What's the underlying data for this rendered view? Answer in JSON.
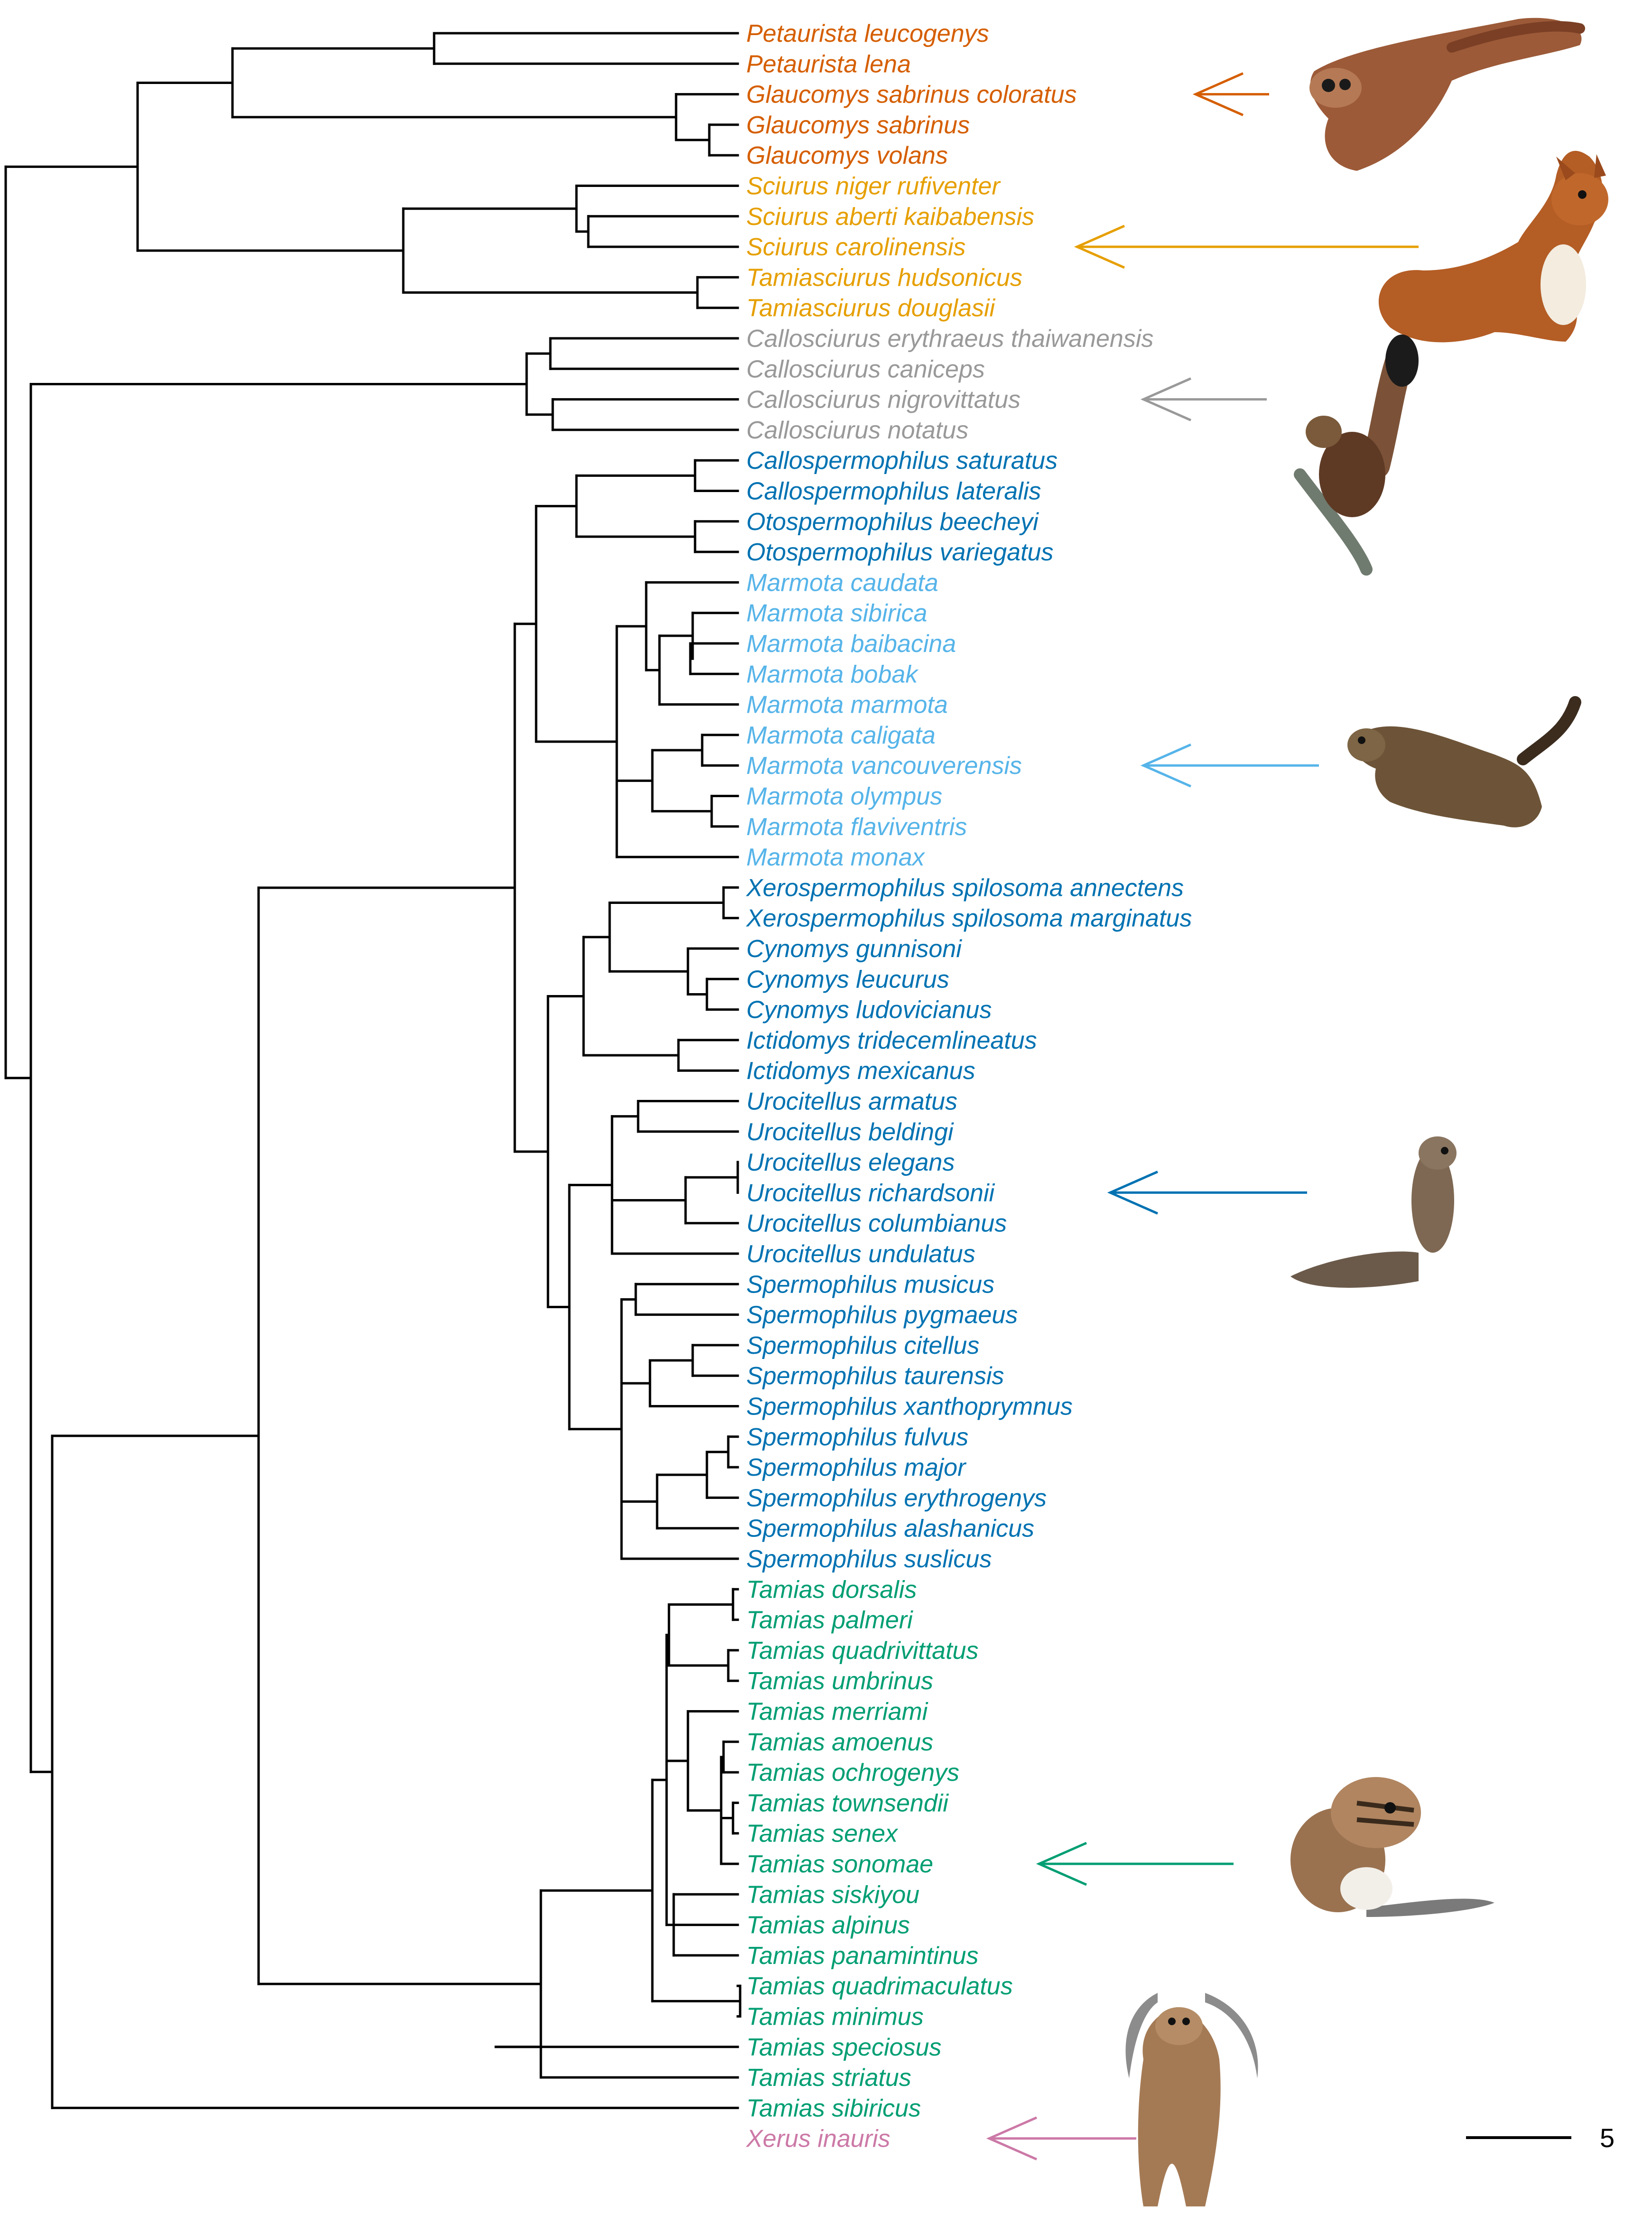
{
  "colors": {
    "branch": "#000000",
    "flying_squirrels": "#D55E00",
    "tree_squirrels": "#E69F00",
    "callosciurus": "#999999",
    "ground_squirrels": "#0072B2",
    "marmots": "#56B4E9",
    "chipmunks": "#009E73",
    "outgroup": "#CC79A7"
  },
  "taxa": [
    {
      "name": "Petaurista leucogenys",
      "group": "flying_squirrels"
    },
    {
      "name": "Petaurista lena",
      "group": "flying_squirrels"
    },
    {
      "name": "Glaucomys sabrinus coloratus",
      "group": "flying_squirrels"
    },
    {
      "name": "Glaucomys sabrinus",
      "group": "flying_squirrels"
    },
    {
      "name": "Glaucomys volans",
      "group": "flying_squirrels"
    },
    {
      "name": "Sciurus niger rufiventer",
      "group": "tree_squirrels"
    },
    {
      "name": "Sciurus aberti kaibabensis",
      "group": "tree_squirrels"
    },
    {
      "name": "Sciurus carolinensis",
      "group": "tree_squirrels"
    },
    {
      "name": "Tamiasciurus hudsonicus",
      "group": "tree_squirrels"
    },
    {
      "name": "Tamiasciurus douglasii",
      "group": "tree_squirrels"
    },
    {
      "name": "Callosciurus erythraeus thaiwanensis",
      "group": "callosciurus"
    },
    {
      "name": "Callosciurus caniceps",
      "group": "callosciurus"
    },
    {
      "name": "Callosciurus nigrovittatus",
      "group": "callosciurus"
    },
    {
      "name": "Callosciurus notatus",
      "group": "callosciurus"
    },
    {
      "name": "Callospermophilus saturatus",
      "group": "ground_squirrels"
    },
    {
      "name": "Callospermophilus lateralis",
      "group": "ground_squirrels"
    },
    {
      "name": "Otospermophilus beecheyi",
      "group": "ground_squirrels"
    },
    {
      "name": "Otospermophilus variegatus",
      "group": "ground_squirrels"
    },
    {
      "name": "Marmota caudata",
      "group": "marmots"
    },
    {
      "name": "Marmota sibirica",
      "group": "marmots"
    },
    {
      "name": "Marmota baibacina",
      "group": "marmots"
    },
    {
      "name": "Marmota bobak",
      "group": "marmots"
    },
    {
      "name": "Marmota marmota",
      "group": "marmots"
    },
    {
      "name": "Marmota caligata",
      "group": "marmots"
    },
    {
      "name": "Marmota vancouverensis",
      "group": "marmots"
    },
    {
      "name": "Marmota olympus",
      "group": "marmots"
    },
    {
      "name": "Marmota flaviventris",
      "group": "marmots"
    },
    {
      "name": "Marmota monax",
      "group": "marmots"
    },
    {
      "name": "Xerospermophilus spilosoma annectens",
      "group": "ground_squirrels"
    },
    {
      "name": "Xerospermophilus spilosoma marginatus",
      "group": "ground_squirrels"
    },
    {
      "name": "Cynomys gunnisoni",
      "group": "ground_squirrels"
    },
    {
      "name": "Cynomys leucurus",
      "group": "ground_squirrels"
    },
    {
      "name": "Cynomys ludovicianus",
      "group": "ground_squirrels"
    },
    {
      "name": "Ictidomys tridecemlineatus",
      "group": "ground_squirrels"
    },
    {
      "name": "Ictidomys mexicanus",
      "group": "ground_squirrels"
    },
    {
      "name": "Urocitellus armatus",
      "group": "ground_squirrels"
    },
    {
      "name": "Urocitellus beldingi",
      "group": "ground_squirrels"
    },
    {
      "name": "Urocitellus elegans",
      "group": "ground_squirrels"
    },
    {
      "name": "Urocitellus richardsonii",
      "group": "ground_squirrels"
    },
    {
      "name": "Urocitellus columbianus",
      "group": "ground_squirrels"
    },
    {
      "name": "Urocitellus undulatus",
      "group": "ground_squirrels"
    },
    {
      "name": "Spermophilus musicus",
      "group": "ground_squirrels"
    },
    {
      "name": "Spermophilus pygmaeus",
      "group": "ground_squirrels"
    },
    {
      "name": "Spermophilus citellus",
      "group": "ground_squirrels"
    },
    {
      "name": "Spermophilus taurensis",
      "group": "ground_squirrels"
    },
    {
      "name": "Spermophilus xanthoprymnus",
      "group": "ground_squirrels"
    },
    {
      "name": "Spermophilus fulvus",
      "group": "ground_squirrels"
    },
    {
      "name": "Spermophilus major",
      "group": "ground_squirrels"
    },
    {
      "name": "Spermophilus erythrogenys",
      "group": "ground_squirrels"
    },
    {
      "name": "Spermophilus alashanicus",
      "group": "ground_squirrels"
    },
    {
      "name": "Spermophilus suslicus",
      "group": "ground_squirrels"
    },
    {
      "name": "Tamias dorsalis",
      "group": "chipmunks"
    },
    {
      "name": "Tamias palmeri",
      "group": "chipmunks"
    },
    {
      "name": "Tamias quadrivittatus",
      "group": "chipmunks"
    },
    {
      "name": "Tamias umbrinus",
      "group": "chipmunks"
    },
    {
      "name": "Tamias merriami",
      "group": "chipmunks"
    },
    {
      "name": "Tamias amoenus",
      "group": "chipmunks"
    },
    {
      "name": "Tamias ochrogenys",
      "group": "chipmunks"
    },
    {
      "name": "Tamias townsendii",
      "group": "chipmunks"
    },
    {
      "name": "Tamias senex",
      "group": "chipmunks"
    },
    {
      "name": "Tamias sonomae",
      "group": "chipmunks"
    },
    {
      "name": "Tamias siskiyou",
      "group": "chipmunks"
    },
    {
      "name": "Tamias alpinus",
      "group": "chipmunks"
    },
    {
      "name": "Tamias panamintinus",
      "group": "chipmunks"
    },
    {
      "name": "Tamias quadrimaculatus",
      "group": "chipmunks"
    },
    {
      "name": "Tamias minimus",
      "group": "chipmunks"
    },
    {
      "name": "Tamias speciosus",
      "group": "chipmunks"
    },
    {
      "name": "Tamias striatus",
      "group": "chipmunks"
    },
    {
      "name": "Tamias sibiricus",
      "group": "chipmunks"
    },
    {
      "name": "Xerus inauris",
      "group": "outgroup"
    }
  ],
  "clade_arrows": [
    {
      "taxon": "Glaucomys sabrinus coloratus",
      "group": "flying_squirrels",
      "icon": "flying-squirrel-icon"
    },
    {
      "taxon": "Sciurus carolinensis",
      "group": "tree_squirrels",
      "icon": "red-squirrel-icon"
    },
    {
      "taxon": "Callosciurus nigrovittatus",
      "group": "callosciurus",
      "icon": "callosciurus-icon"
    },
    {
      "taxon": "Marmota vancouverensis",
      "group": "marmots",
      "icon": "marmot-icon"
    },
    {
      "taxon": "Urocitellus richardsonii",
      "group": "ground_squirrels",
      "icon": "ground-squirrel-icon"
    },
    {
      "taxon": "Tamias sonomae",
      "group": "chipmunks",
      "icon": "chipmunk-icon"
    },
    {
      "taxon": "Xerus inauris",
      "group": "outgroup",
      "icon": "cape-ground-squirrel-icon"
    }
  ],
  "scale_bar": {
    "value": 5,
    "label": "5"
  }
}
